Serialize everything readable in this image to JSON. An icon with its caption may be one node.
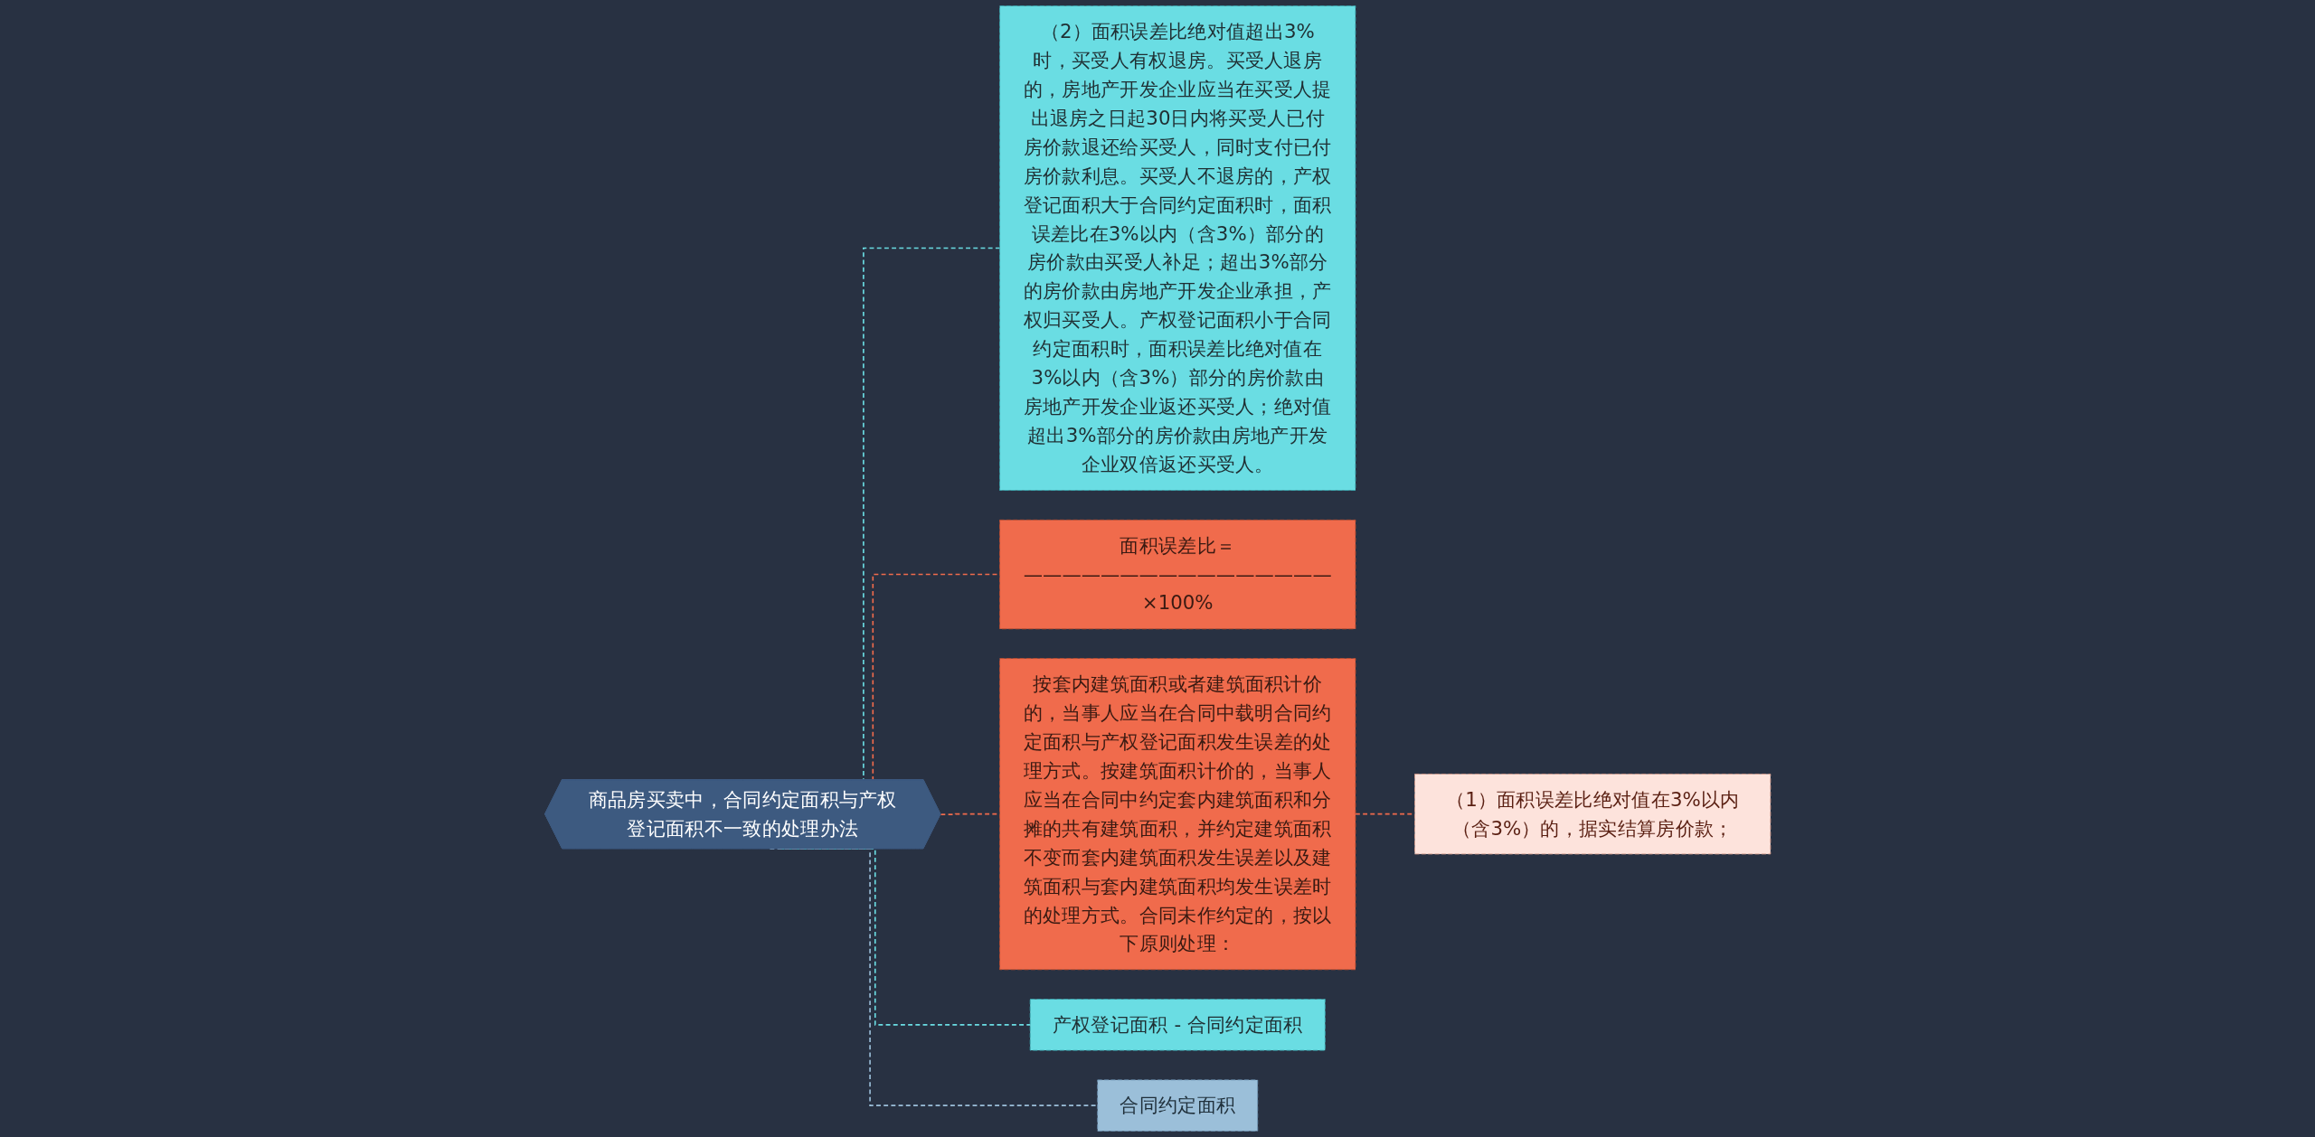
{
  "diagram": {
    "nodes": [
      {
        "text": [
          "商品房买卖中，合同约定面积与产权登记面积不一致的处理办法"
        ]
      },
      {
        "text": [
          "（2）面积误差比绝对值超出3%时，买受人有权退房。买受人退房的，房地产开发企业应当在买受人提出退房之日起30日内将买受人已付房价款退还给买受人，同时支付已付房价款利息。买受人不退房的，产权登记面积大于合同约定面积时，面积误差比在3%以内（含3%）部分的房价款由买受人补足；超出3%部分的房价款由房地产开发企业承担，产权归买受人。产权登记面积小于合同约定面积时，面积误差比绝对值在3%以内（含3%）部分的房价款由房地产开发企业返还买受人；绝对值超出3%部分的房价款由房地产开发企业双倍返还买受人。"
        ]
      },
      {
        "text": [
          "面积误差比＝————————————————×100%"
        ]
      },
      {
        "text": [
          "按套内建筑面积或者建筑面积计价的，当事人应当在合同中载明合同约定面积与产权登记面积发生误差的处理方式。按建筑面积计价的，当事人应当在合同中约定套内建筑面积和分摊的共有建筑面积，并约定建筑面积不变而套内建筑面积发生误差以及建筑面积与套内建筑面积均发生误差时的处理方式。合同未作约定的，按以下原则处理："
        ]
      },
      {
        "text": [
          "产权登记面积 - 合同约定面积"
        ]
      },
      {
        "text": [
          "合同约定面积"
        ]
      },
      {
        "text": [
          "（1）面积误差比绝对值在3%以内（含3%）的，据实结算房价款；"
        ]
      }
    ],
    "edges": [
      {
        "from": 0,
        "to": 1,
        "arrow": "none",
        "style": "dashed",
        "color": "#6adde3"
      },
      {
        "from": 0,
        "to": 2,
        "arrow": "none",
        "style": "dashed"
      },
      {
        "from": 0,
        "to": 3,
        "arrow": "none",
        "style": "dashed"
      },
      {
        "from": 0,
        "to": 4,
        "arrow": "none",
        "style": "dashed",
        "color": "#6adde3"
      },
      {
        "from": 0,
        "to": 5,
        "arrow": "none",
        "style": "dashed",
        "color": "#9bbfd9"
      },
      {
        "from": 3,
        "to": 6,
        "arrow": "none",
        "style": "dashed"
      }
    ]
  }
}
